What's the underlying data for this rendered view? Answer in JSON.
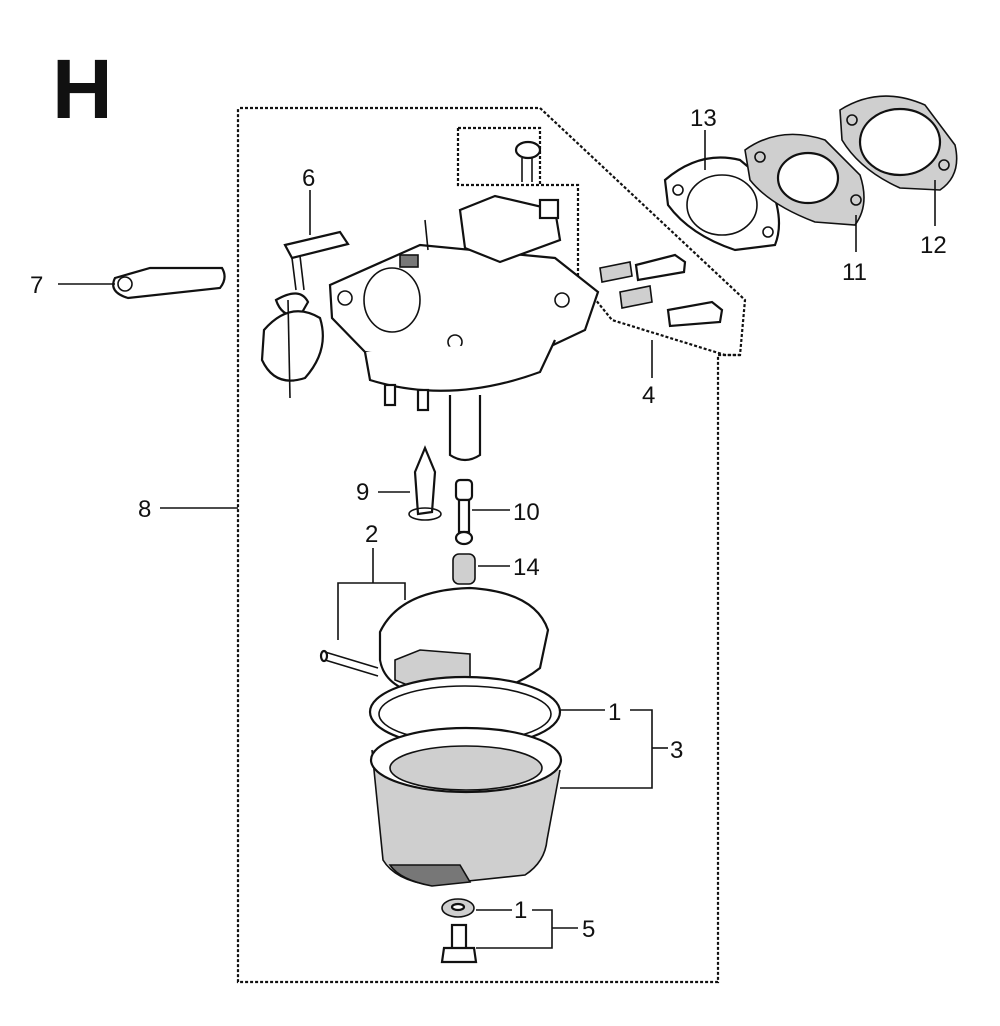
{
  "diagram": {
    "section_letter": "H",
    "callouts": [
      {
        "id": "c1a",
        "text": "1"
      },
      {
        "id": "c1b",
        "text": "1"
      },
      {
        "id": "c2",
        "text": "2"
      },
      {
        "id": "c3",
        "text": "3"
      },
      {
        "id": "c4",
        "text": "4"
      },
      {
        "id": "c5",
        "text": "5"
      },
      {
        "id": "c6",
        "text": "6"
      },
      {
        "id": "c7",
        "text": "7"
      },
      {
        "id": "c8",
        "text": "8"
      },
      {
        "id": "c9",
        "text": "9"
      },
      {
        "id": "c10",
        "text": "10"
      },
      {
        "id": "c11",
        "text": "11"
      },
      {
        "id": "c12",
        "text": "12"
      },
      {
        "id": "c13",
        "text": "13"
      },
      {
        "id": "c14",
        "text": "14"
      }
    ]
  }
}
